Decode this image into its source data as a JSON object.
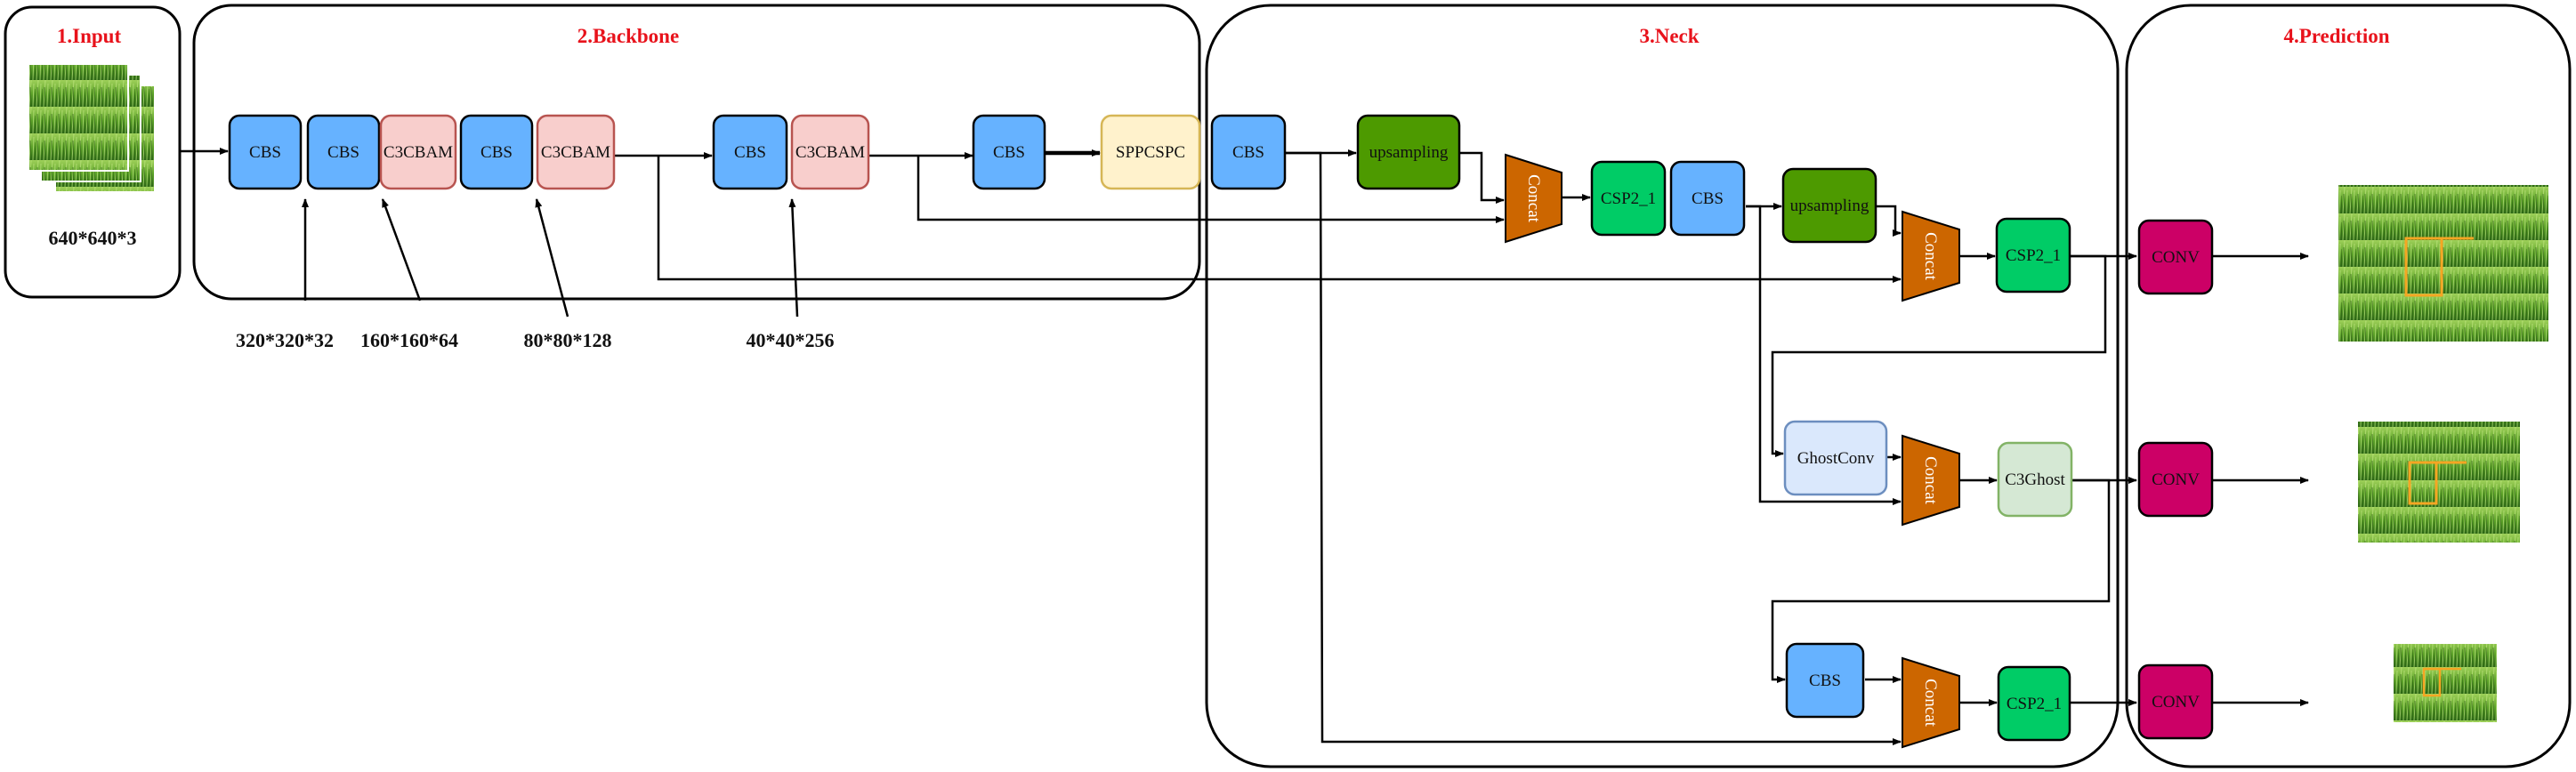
{
  "sections": {
    "input": "1.Input",
    "backbone": "2.Backbone",
    "neck": "3.Neck",
    "prediction": "4.Prediction"
  },
  "input_size": "640*640*3",
  "dims": [
    "320*320*32",
    "160*160*64",
    "80*80*128",
    "40*40*256"
  ],
  "blocks": {
    "cbs": "CBS",
    "c3cbam": "C3CBAM",
    "sppcspc": "SPPCSPC",
    "upsampling": "upsampling",
    "concat": "Concat",
    "csp2": "CSP2_1",
    "ghostconv": "GhostConv",
    "c3ghost": "C3Ghost",
    "conv": "CONV"
  },
  "colors": {
    "cbs": "#66b2ff",
    "c3cbam": "#f8cecc",
    "c3cbam_border": "#b85450",
    "sppcspc": "#fff2cc",
    "sppcspc_border": "#d6b656",
    "upsampling": "#4d9a00",
    "concat": "#cc6600",
    "csp2": "#00cc66",
    "ghostconv": "#dae8fc",
    "ghostconv_border": "#6c8ebf",
    "c3ghost": "#d5e8d4",
    "c3ghost_border": "#82b366",
    "conv": "#cc0066",
    "section_title": "#e8121b"
  }
}
